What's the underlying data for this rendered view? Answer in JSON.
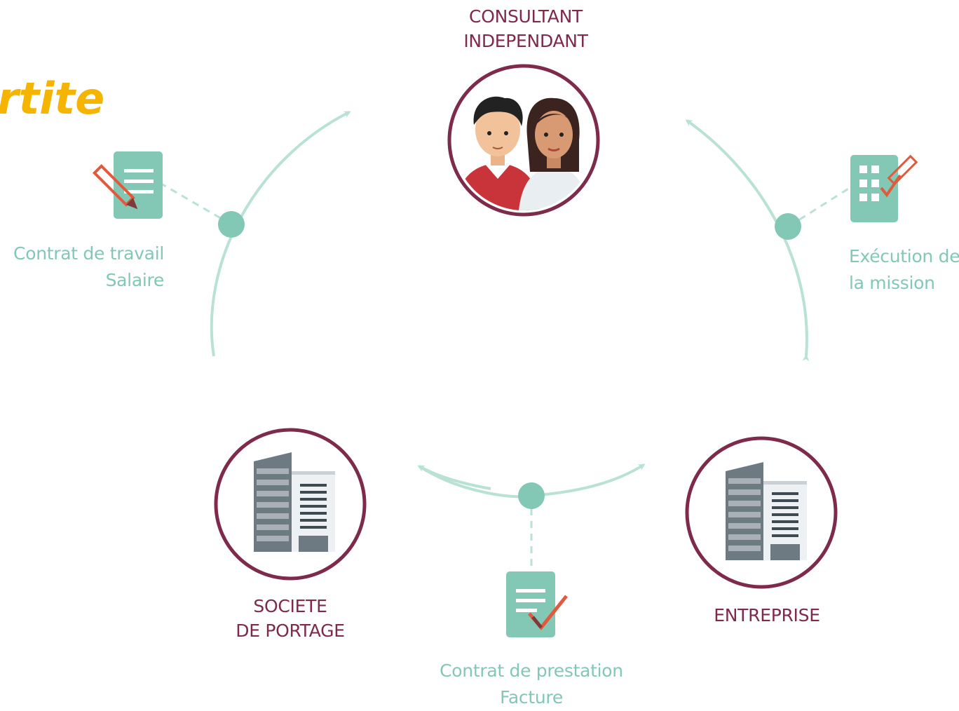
{
  "header": {
    "corner_title": "rtite"
  },
  "nodes": {
    "consultant": {
      "line1": "CONSULTANT",
      "line2": "INDEPENDANT"
    },
    "portage": {
      "line1": "SOCIETE",
      "line2": "DE PORTAGE"
    },
    "entreprise": {
      "line1": "ENTREPRISE"
    }
  },
  "flows": {
    "left": {
      "line1": "Contrat de travail",
      "line2": "Salaire",
      "icon": "contract-pencil-icon"
    },
    "right": {
      "line1": "Exécution de",
      "line2": "la mission",
      "icon": "checklist-icon"
    },
    "bottom": {
      "line1": "Contrat de prestation",
      "line2": "Facture",
      "icon": "invoice-check-icon"
    }
  },
  "colors": {
    "teal": "#82c8b4",
    "teal_light": "#b9e2d5",
    "maroon": "#7d2a4b",
    "yellow": "#f4b400"
  }
}
